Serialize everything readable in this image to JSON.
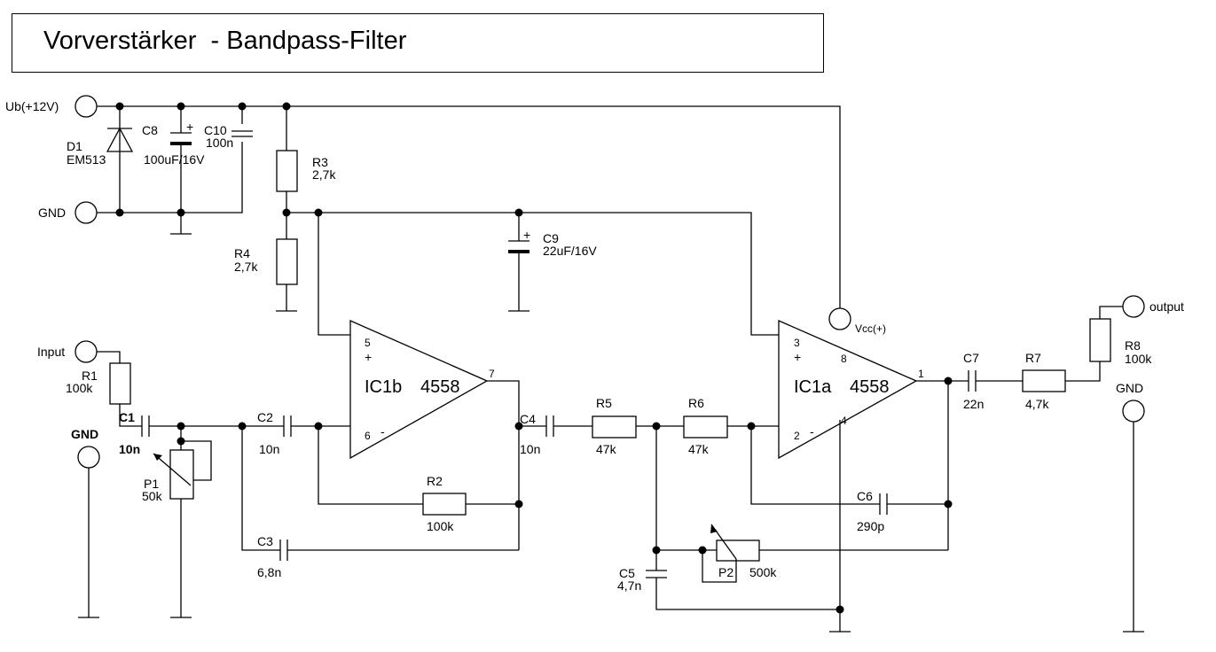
{
  "title": "Vorverstärker  - Bandpass-Filter",
  "terminals": {
    "ub": "Ub(+12V)",
    "gnd_top": "GND",
    "input": "Input",
    "gnd_input": "GND",
    "vcc": "Vcc(+)",
    "output": "output",
    "gnd_output": "GND"
  },
  "components": {
    "d1": {
      "ref": "D1",
      "value": "EM513"
    },
    "c8": {
      "ref": "C8",
      "value": "100uF/16V"
    },
    "c10": {
      "ref": "C10",
      "value": "100n"
    },
    "r3": {
      "ref": "R3",
      "value": "2,7k"
    },
    "r4": {
      "ref": "R4",
      "value": "2,7k"
    },
    "c9": {
      "ref": "C9",
      "value": "22uF/16V"
    },
    "r1": {
      "ref": "R1",
      "value": "100k"
    },
    "c1": {
      "ref": "C1",
      "value": "10n"
    },
    "p1": {
      "ref": "P1",
      "value": "50k"
    },
    "c2": {
      "ref": "C2",
      "value": "10n"
    },
    "c3": {
      "ref": "C3",
      "value": "6,8n"
    },
    "r2": {
      "ref": "R2",
      "value": "100k"
    },
    "c4": {
      "ref": "C4",
      "value": "10n"
    },
    "r5": {
      "ref": "R5",
      "value": "47k"
    },
    "r6": {
      "ref": "R6",
      "value": "47k"
    },
    "c5": {
      "ref": "C5",
      "value": "4,7n"
    },
    "p2": {
      "ref": "P2",
      "value": "500k"
    },
    "c6": {
      "ref": "C6",
      "value": "290p"
    },
    "c7": {
      "ref": "C7",
      "value": "22n"
    },
    "r7": {
      "ref": "R7",
      "value": "4,7k"
    },
    "r8": {
      "ref": "R8",
      "value": "100k"
    }
  },
  "opamps": {
    "ic1b": {
      "ref": "IC1b",
      "part": "4558",
      "pin_plus": "5",
      "pin_minus": "6",
      "pin_out": "7",
      "sign_plus": "+",
      "sign_minus": "-"
    },
    "ic1a": {
      "ref": "IC1a",
      "part": "4558",
      "pin_plus": "3",
      "pin_minus": "2",
      "pin_out": "1",
      "pin_vcc": "8",
      "pin_gnd": "4",
      "sign_plus": "+",
      "sign_minus": "-"
    }
  },
  "polarity_mark": "+"
}
